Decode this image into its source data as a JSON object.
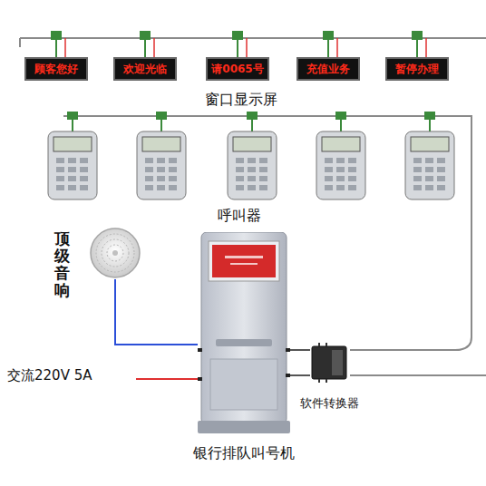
{
  "diagram": {
    "nodes": [
      {
        "text": [
          "顾客您好"
        ]
      },
      {
        "text": [
          "欢迎光临"
        ]
      },
      {
        "text": [
          "请0065号"
        ]
      },
      {
        "text": [
          "充值业务"
        ]
      },
      {
        "text": [
          "暂停办理"
        ]
      },
      {
        "text": [
          "顶级音响"
        ]
      },
      {
        "text": [
          "银行排队叫号机"
        ]
      },
      {
        "text": [
          "软件转换器"
        ]
      }
    ],
    "edges": [
      {
        "from": 5,
        "to": 6,
        "arrow": "none"
      },
      {
        "from": 6,
        "to": 7,
        "arrow": "none"
      },
      {
        "from": 6,
        "to": 7,
        "arrow": "none"
      }
    ],
    "labels": [
      "窗口显示屏",
      "呼叫器",
      "交流220V 5A"
    ]
  }
}
